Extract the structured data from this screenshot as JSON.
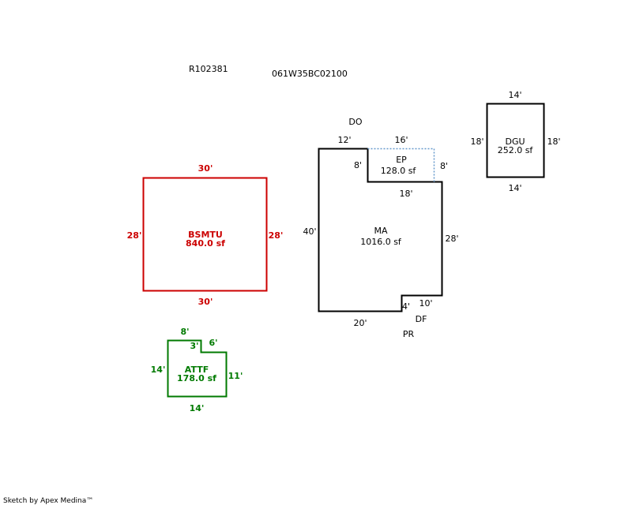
{
  "header": {
    "parcel_id": "R102381",
    "map_number": "061W35BC02100"
  },
  "colors": {
    "black": "#000000",
    "red": "#cc0000",
    "green": "#007a00",
    "blue_dotted": "#6699cc"
  },
  "areas": {
    "bsmtu": {
      "name": "BSMTU",
      "area": "840.0 sf",
      "top": "30'",
      "bottom": "30'",
      "left": "28'",
      "right": "28'"
    },
    "attf": {
      "name": "ATTF",
      "area": "178.0 sf",
      "top": "8'",
      "notch_left": "3'",
      "notch_top": "6'",
      "left": "14'",
      "right": "11'",
      "bottom": "14'"
    },
    "ma": {
      "name": "MA",
      "area": "1016.0 sf",
      "top_left": "12'",
      "inner_left": "8'",
      "inner_top": "18'",
      "left": "40'",
      "right": "28'",
      "bottom": "20'",
      "step_vertical": "4'",
      "step_horizontal": "10'"
    },
    "ep": {
      "name": "EP",
      "area": "128.0 sf",
      "top": "16'",
      "right": "8'"
    },
    "dgu": {
      "name": "DGU",
      "area": "252.0 sf",
      "top": "14'",
      "bottom": "14'",
      "left": "18'",
      "right": "18'"
    }
  },
  "annotations": {
    "do": "DO",
    "df": "DF",
    "pr": "PR"
  },
  "footer": {
    "credit": "Sketch by Apex Medina™"
  }
}
